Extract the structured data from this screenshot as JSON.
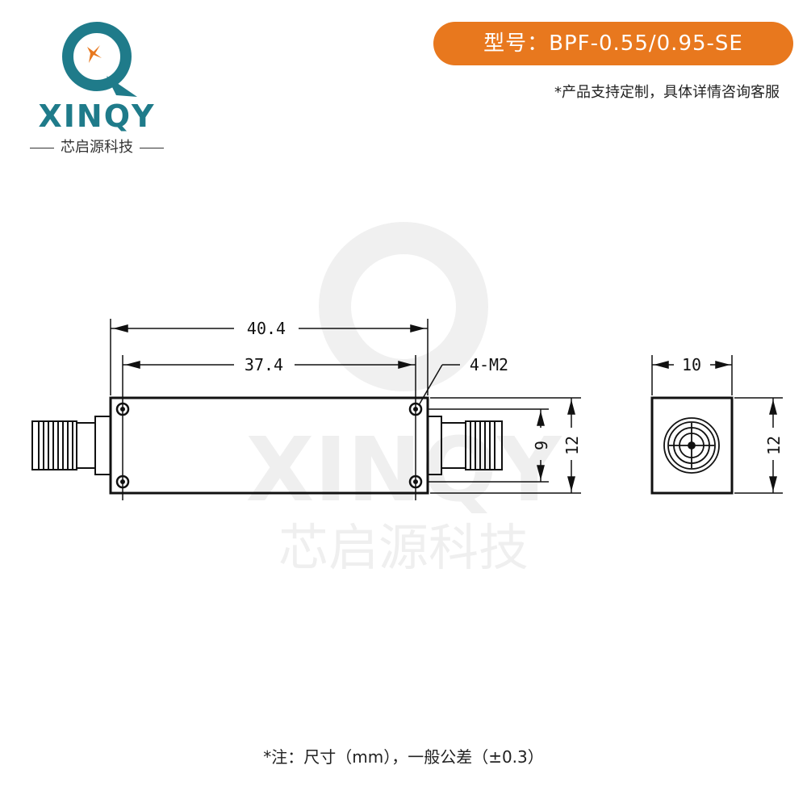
{
  "brand": {
    "wordmark": "XINQY",
    "subtitle": "芯启源科技"
  },
  "header": {
    "model_label": "型号：BPF-0.55/0.95-SE",
    "custom_note": "*产品支持定制，具体详情咨询客服"
  },
  "drawing": {
    "dim_overall_length": "40.4",
    "dim_hole_spacing_length": "37.4",
    "dim_mount_holes": "4-M2",
    "dim_hole_spacing_height": "9",
    "dim_body_height": "12",
    "dim_end_width": "10",
    "dim_end_height": "12"
  },
  "watermark": {
    "wordmark": "XINQY",
    "subtitle": "芯启源科技"
  },
  "footer": {
    "note": "*注：尺寸（mm），一般公差（±0.3）"
  },
  "colors": {
    "accent": "#e8781e",
    "brand": "#1f7b8a"
  }
}
